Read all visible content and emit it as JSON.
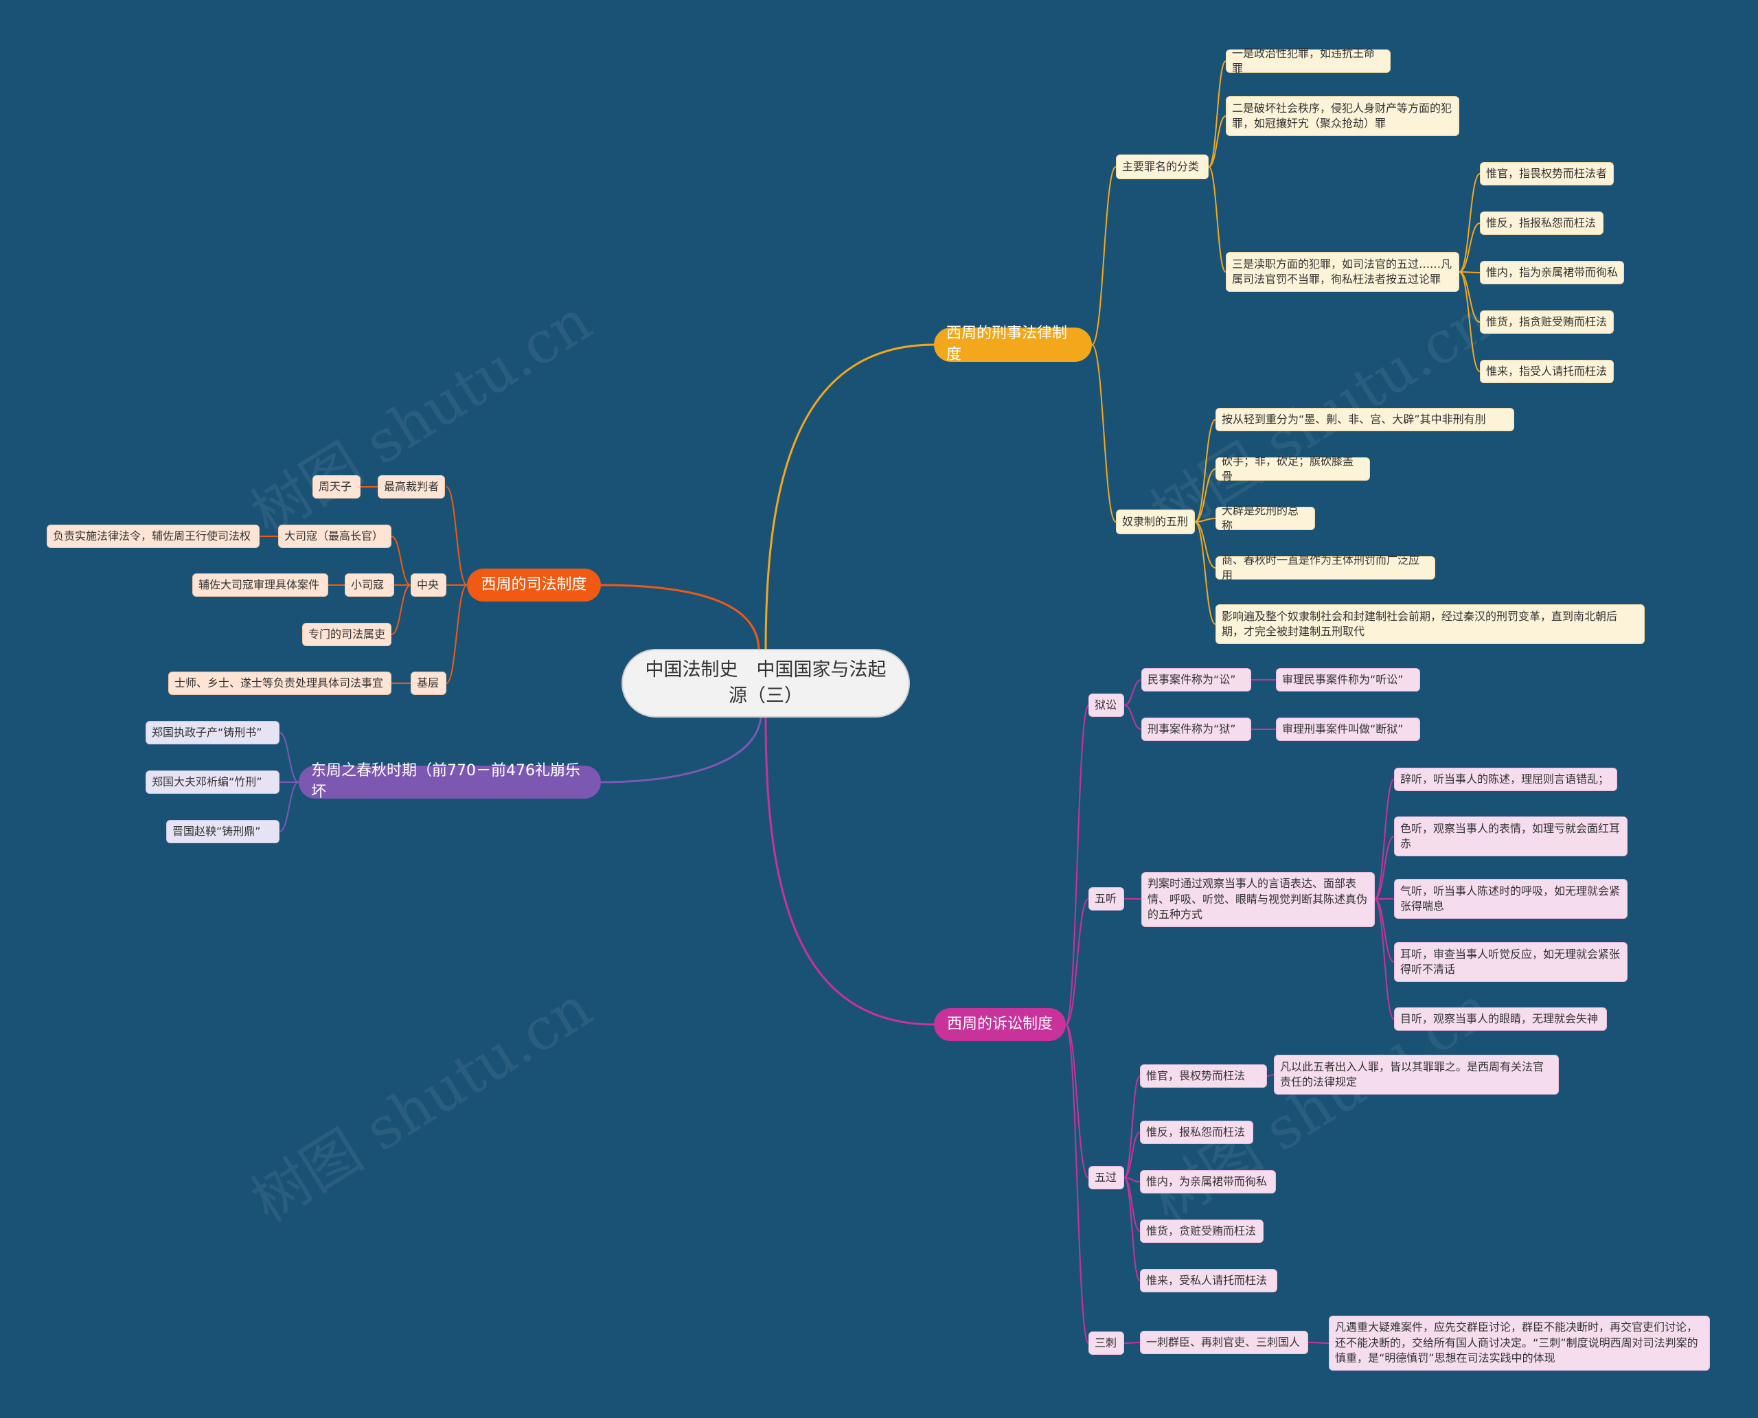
{
  "colors": {
    "background": "#1a5276",
    "yellow": "#f3a81c",
    "orange": "#f05a12",
    "purple": "#7d58b3",
    "pink": "#c9329a"
  },
  "watermark": "树图 shutu.cn",
  "root": {
    "label": "中国法制史　中国国家与法起源（三）"
  },
  "criminal": {
    "label": "西周的刑事法律制度",
    "crimes": {
      "label": "主要罪名的分类",
      "items": [
        "一是政治性犯罪，如违抗王命罪",
        "二是破坏社会秩序，侵犯人身财产等方面的犯罪，如冠攘奸宄（聚众抢劫）罪",
        "三是渎职方面的犯罪，如司法官的五过……凡属司法官罚不当罪，徇私枉法者按五过论罪"
      ],
      "five_errors": [
        "惟官，指畏权势而枉法者",
        "惟反，指报私怨而枉法",
        "惟内，指为亲属裙带而徇私",
        "惟货，指贪赃受贿而枉法",
        "惟来，指受人请托而枉法"
      ]
    },
    "penalties": {
      "label": "奴隶制的五刑",
      "items": [
        "按从轻到重分为“墨、劓、非、宫、大辟”其中非刑有刖",
        "砍手；非，砍足；膑砍膝盖骨",
        "大辟是死刑的总称",
        "商、春秋时一直是作为主体刑罚而广泛应用",
        "影响遍及整个奴隶制社会和封建制社会前期，经过秦汉的刑罚变革，直到南北朝后期，才完全被封建制五刑取代"
      ]
    }
  },
  "judicial": {
    "label": "西周的司法制度",
    "supreme": {
      "label": "最高裁判者",
      "child": "周天子"
    },
    "central": {
      "label": "中央",
      "dasikou": {
        "label": "大司寇（最高长官）",
        "child": "负责实施法律法令，辅佐周王行使司法权"
      },
      "xiaosikou": {
        "label": "小司寇",
        "child": "辅佐大司寇审理具体案件"
      },
      "officials": "专门的司法属吏"
    },
    "local": {
      "label": "基层",
      "child": "士师、乡士、遂士等负责处理具体司法事宜"
    }
  },
  "eastern": {
    "label": "东周之春秋时期（前770－前476礼崩乐坏",
    "items": [
      "郑国执政子产“铸刑书”",
      "郑国大夫邓析编“竹刑”",
      "晋国赵鞅“铸刑鼎”"
    ]
  },
  "litigation": {
    "label": "西周的诉讼制度",
    "yusong": {
      "label": "狱讼",
      "civil": "民事案件称为“讼”",
      "civil_trial": "审理民事案件称为“听讼”",
      "criminal": "刑事案件称为“狱”",
      "criminal_trial": "审理刑事案件叫做“断狱”"
    },
    "wuting": {
      "label": "五听",
      "desc": "判案时通过观察当事人的言语表达、面部表情、呼吸、听觉、眼睛与视觉判断其陈述真伪的五种方式",
      "items": [
        "辞听，听当事人的陈述，理屈则言语错乱；",
        "色听，观察当事人的表情，如理亏就会面红耳赤",
        "气听，听当事人陈述时的呼吸，如无理就会紧张得喘息",
        "耳听，审查当事人听觉反应，如无理就会紧张得听不清话",
        "目听，观察当事人的眼睛，无理就会失神"
      ]
    },
    "wuguo": {
      "label": "五过",
      "items": [
        "惟官，畏权势而枉法",
        "惟反，报私怨而枉法",
        "惟内，为亲属裙带而徇私",
        "惟货，贪赃受贿而枉法",
        "惟来，受私人请托而枉法"
      ],
      "note": "凡以此五者出入人罪，皆以其罪罪之。是西周有关法官责任的法律规定"
    },
    "sanci": {
      "label": "三刺",
      "item": "一刺群臣、再刺官吏、三刺国人",
      "note": "凡遇重大疑难案件，应先交群臣讨论，群臣不能决断时，再交官吏们讨论，还不能决断的，交给所有国人商讨决定。“三刺”制度说明西周对司法判案的慎重，是“明德慎罚”思想在司法实践中的体现"
    }
  }
}
